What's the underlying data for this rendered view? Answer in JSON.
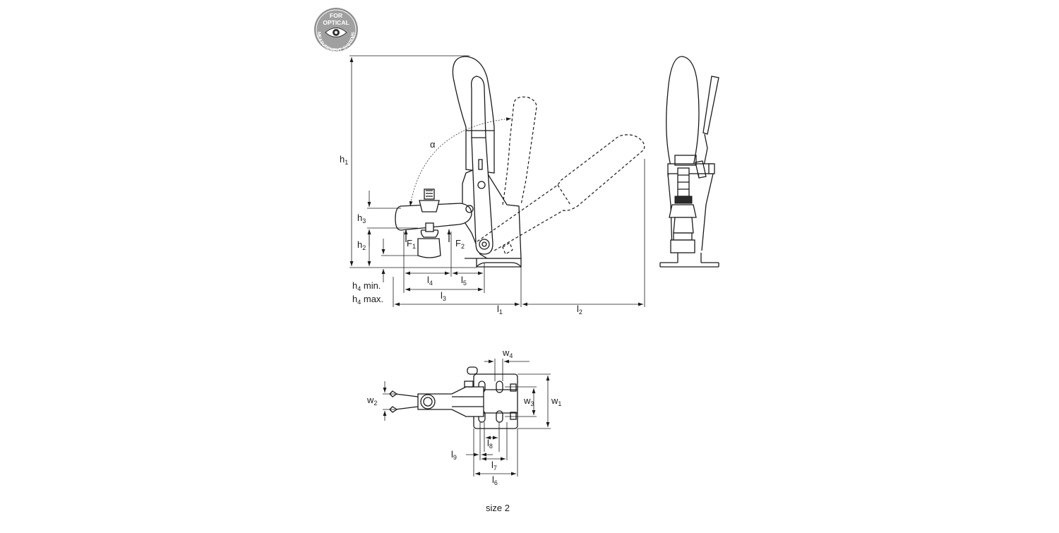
{
  "badge": {
    "line1": "FOR",
    "line2": "OPTICAL",
    "ring": "MEASUREMENT SYSTEMS",
    "icon": "eye-icon",
    "color": "#9a9a9a"
  },
  "labels": {
    "alpha": "α",
    "h1": "h",
    "h1_sub": "1",
    "h2": "h",
    "h2_sub": "2",
    "h3": "h",
    "h3_sub": "3",
    "h4min": "h",
    "h4min_sub": "4",
    "h4min_suffix": " min.",
    "h4max": "h",
    "h4max_sub": "4",
    "h4max_suffix": " max.",
    "F1": "F",
    "F1_sub": "1",
    "F2": "F",
    "F2_sub": "2",
    "l1": "l",
    "l1_sub": "1",
    "l2": "l",
    "l2_sub": "2",
    "l3": "l",
    "l3_sub": "3",
    "l4": "l",
    "l4_sub": "4",
    "l5": "l",
    "l5_sub": "5",
    "l6": "l",
    "l6_sub": "6",
    "l7": "l",
    "l7_sub": "7",
    "l8": "l",
    "l8_sub": "8",
    "l9": "l",
    "l9_sub": "9",
    "w1": "w",
    "w1_sub": "1",
    "w2": "w",
    "w2_sub": "2",
    "w3": "w",
    "w3_sub": "3",
    "w4": "w",
    "w4_sub": "4"
  },
  "caption": "size 2"
}
